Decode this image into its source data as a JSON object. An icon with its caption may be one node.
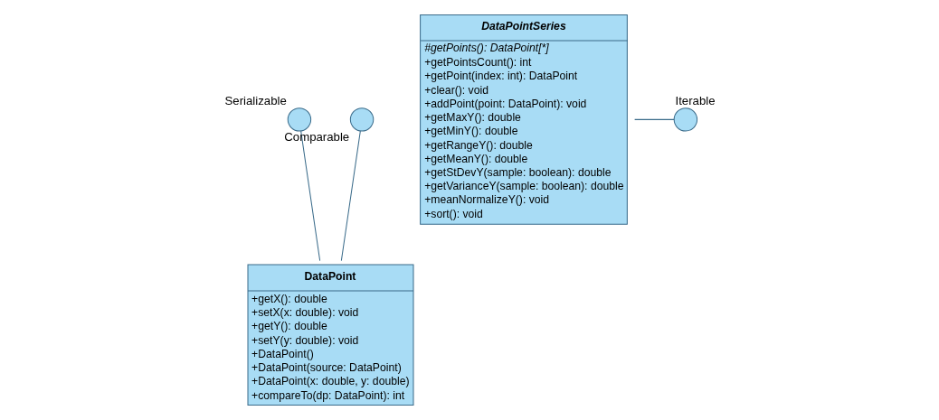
{
  "diagram": {
    "nodes": [
      {
        "text": [
          "Serializable"
        ]
      },
      {
        "text": [
          "Comparable"
        ]
      },
      {
        "text": [
          "DataPoint",
          "+getX(): double",
          "+setX(x: double): void",
          "+getY(): double",
          "+setY(y: double): void",
          "+DataPoint()",
          "+DataPoint(source: DataPoint)",
          "+DataPoint(x: double, y: double)",
          "+compareTo(dp: DataPoint): int"
        ]
      },
      {
        "text": [
          "DataPointSeries",
          "#getPoints(): DataPoint[*]",
          "+getPointsCount(): int",
          "+getPoint(index: int): DataPoint",
          "+clear(): void",
          "+addPoint(point: DataPoint): void",
          "+getMaxY(): double",
          "+getMinY(): double",
          "+getRangeY(): double",
          "+getMeanY(): double",
          "+getStDevY(sample: boolean): double",
          "+getVarianceY(sample: boolean): double",
          "+meanNormalizeY(): void",
          "+sort(): void"
        ]
      },
      {
        "text": [
          "Iterable"
        ]
      }
    ],
    "edges": [
      {
        "from": 0,
        "to": 2,
        "arrow": "none"
      },
      {
        "from": 1,
        "to": 2,
        "arrow": "none"
      },
      {
        "from": 3,
        "to": 4,
        "arrow": "none"
      }
    ]
  }
}
